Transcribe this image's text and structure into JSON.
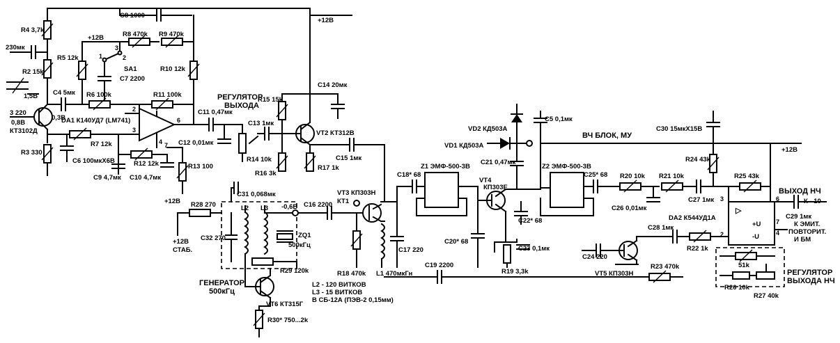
{
  "labels": {
    "r4": "R4 3,7k",
    "c8": "C8 1000",
    "p12_top": "+12В",
    "c1": "230мк",
    "r5": "R5 12k",
    "p12_sa": "+12В",
    "r8": "R8 470k",
    "r9": "R9 470k",
    "r2": "R2 15k",
    "sa1": "SA1",
    "sa1_1": "1",
    "sa1_2": "2",
    "sa1_3": "3",
    "c7": "C7 2200",
    "r10": "R10 12k",
    "r1": "1,5В",
    "c4": "C4 5мк",
    "r6": "R6 100k",
    "r11": "R11 100k",
    "reg_out_1": "РЕГУЛЯТОР",
    "reg_out_2": "ВЫХОДА",
    "r15": "R15 15k",
    "c14": "C14 20мк",
    "c3": "3 220",
    "da1": "DA1 К140УД7 (LM741)",
    "c11": "C11 0,47мк",
    "c13": "C13 1мк",
    "vt2": "VT2 КТ312В",
    "v08": "0,8В",
    "v03": "0,3В",
    "vt1": "КТ3102Д",
    "r7": "R7 12k",
    "r3": "R3 330",
    "c6": "C6 100мкХ6В",
    "r12": "R12 12k",
    "c12": "C12 0,01мк",
    "r14": "R14 10k",
    "c15": "C15 1мк",
    "r16": "R16 3k",
    "r17": "R17 1k",
    "c9": "C9 4,7мк",
    "c10": "C10 4,7мк",
    "r13": "R13 100",
    "p12_r13": "+12В",
    "c31": "C31 0,068мк",
    "r28": "R28 270",
    "l2": "L2",
    "l3": "L3",
    "v06": "-0,6В",
    "c16": "C16 2200",
    "zq1": "ZQ1",
    "zq1_f": "500кГц",
    "vt3": "VT3 КП303Н",
    "kt1": "КТ1",
    "p12_stab": "+12В",
    "stab": "СТАБ.",
    "c32": "C32 270",
    "r29": "R29 120k",
    "c18": "C18* 68",
    "z1": "Z1 ЭМФ-500-3В",
    "vt4_1": "VT4",
    "vt4_2": "КП303Е",
    "vd2": "VD2 КД503А",
    "vd1": "VD1 КД503А",
    "c5": "C5 0,1мк",
    "hf_block": "ВЧ БЛОК, МУ",
    "c21": "C21 0,47мк",
    "z2": "Z2 ЭМФ-500-3В",
    "c25": "C25* 68",
    "r20": "R20 10k",
    "r21": "R21 10k",
    "c30": "C30 15мкХ15В",
    "r24": "R24 43k",
    "r25": "R25 43k",
    "p12_right": "+12В",
    "c27": "C27 1мк",
    "vyhod_nch": "ВЫХОД НЧ",
    "c17": "C17 220",
    "c22": "C22* 68",
    "c20": "C20* 68",
    "c23": "C23 0,1мк",
    "c26": "C26 0,01мк",
    "da2": "DA2 К544УД1А",
    "c28": "C28 1мк",
    "c29": "C29 1мк",
    "k_emit_1": "К ЭМИТ.",
    "k_emit_2": "ПОВТОРИТ.",
    "k_emit_3": "И БМ",
    "k10": "К - 10",
    "r22": "R22 1k",
    "c24": "C24 220",
    "vt5": "VT5 КП303Н",
    "r18": "R18 470k",
    "l1": "L1 470мкГн",
    "r19": "R19 3,3k",
    "c19": "C19 2200",
    "r23": "R23 470k",
    "r51": "51k",
    "gen_1": "ГЕНЕРАТОР",
    "gen_2": "500кГц",
    "coil_1": "L2 - 120 ВИТКОВ",
    "coil_2": "L3 - 15 ВИТКОВ",
    "coil_3": "В СБ-12А (ПЭВ-2 0,15мм)",
    "vt6": "VT6 КТ315Г",
    "r30": "R30* 750...2k",
    "r26": "R26 10k",
    "r27": "R27 40k",
    "reg_nch_1": "РЕГУЛЯТОР",
    "reg_nch_2": "ВЫХОДА НЧ",
    "pin2": "2",
    "pin3": "3",
    "pin4": "4",
    "pin6": "6",
    "pin7": "7",
    "da1_p2": "2",
    "da1_p3": "3",
    "da1_p4": "4",
    "da1_p6": "6",
    "da1_p7": "7",
    "plus_u": "+U",
    "minus_u": "-U",
    "tri": "▷"
  }
}
